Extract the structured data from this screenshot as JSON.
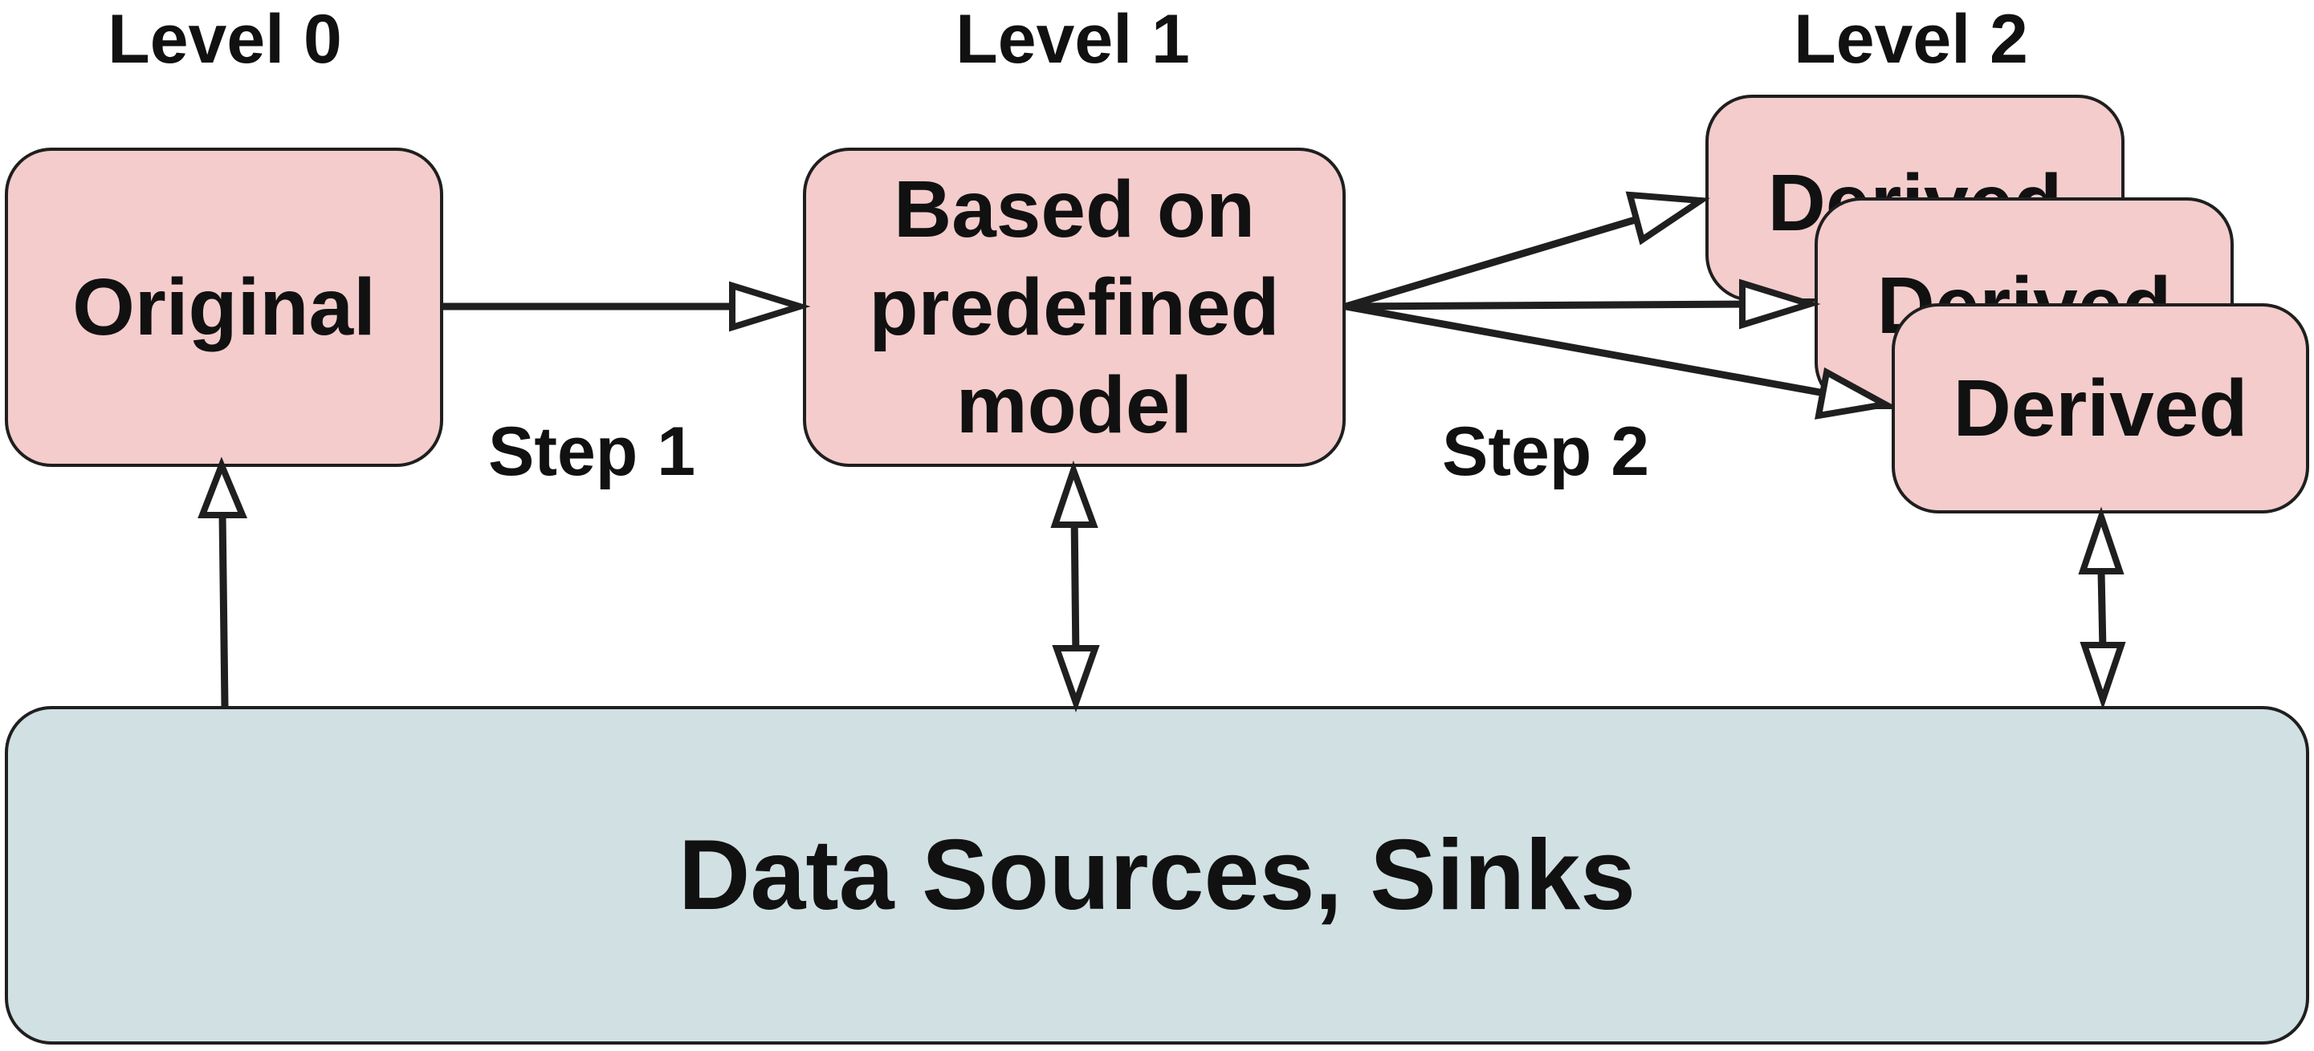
{
  "levels": {
    "l0": "Level 0",
    "l1": "Level 1",
    "l2": "Level 2"
  },
  "steps": {
    "s1": "Step 1",
    "s2": "Step 2"
  },
  "nodes": {
    "original": "Original",
    "model_line1": "Based on",
    "model_line2": "predefined",
    "model_line3": "model",
    "derived": "Derived",
    "data": "Data Sources, Sinks"
  },
  "colors": {
    "node_fill": "#f4cccc",
    "data_fill": "#d0e0e3",
    "stroke": "#1f1f1f"
  }
}
